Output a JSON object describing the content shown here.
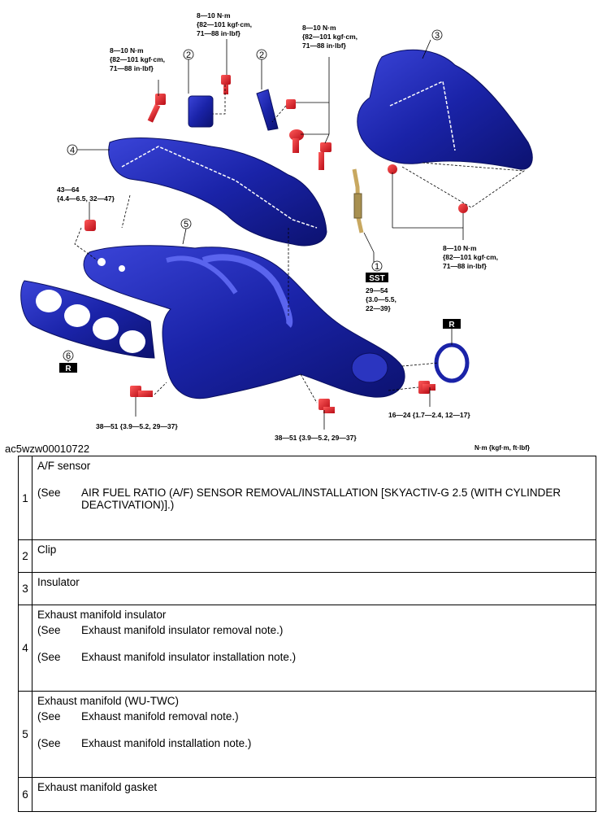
{
  "diagram": {
    "image_id": "ac5wzw00010722",
    "units_note": "N·m {kgf·m, ft·lbf}",
    "callouts": [
      "1",
      "2",
      "2",
      "3",
      "4",
      "5",
      "6"
    ],
    "badges": {
      "sst": "SST",
      "r1": "R",
      "r2": "R"
    },
    "torques": {
      "t_top_left": [
        "8—10 N·m",
        "{82—101 kgf·cm,",
        "71—88 in·lbf}"
      ],
      "t_top_mid": [
        "8—10 N·m",
        "{82—101 kgf·cm,",
        "71—88 in·lbf}"
      ],
      "t_top_right": [
        "8—10 N·m",
        "{82—101 kgf·cm,",
        "71—88 in·lbf}"
      ],
      "t_nut_left": [
        "43—64",
        "{4.4—6.5, 32—47}"
      ],
      "t_right_insulator": [
        "8—10 N·m",
        "{82—101 kgf·cm,",
        "71—88 in·lbf}"
      ],
      "t_sensor": [
        "29—54",
        "{3.0—5.5,",
        "22—39}"
      ],
      "t_bottom_left": [
        "38—51 {3.9—5.2, 29—37}"
      ],
      "t_bottom_mid": [
        "38—51 {3.9—5.2, 29—37}"
      ],
      "t_bottom_right": [
        "16—24 {1.7—2.4, 12—17}"
      ]
    },
    "colors": {
      "part_blue": "#1a23a8",
      "bolt_red": "#e0202a",
      "sensor_tan": "#c8a860"
    }
  },
  "parts": [
    {
      "no": "1",
      "name": "A/F sensor",
      "refs": [
        {
          "see": "(See",
          "text": "AIR FUEL RATIO (A/F) SENSOR REMOVAL/INSTALLATION [SKYACTIV-G 2.5 (WITH CYLINDER DEACTIVATION)].)"
        }
      ]
    },
    {
      "no": "2",
      "name": "Clip",
      "refs": []
    },
    {
      "no": "3",
      "name": "Insulator",
      "refs": []
    },
    {
      "no": "4",
      "name": "Exhaust manifold insulator",
      "refs": [
        {
          "see": "(See",
          "text": "Exhaust manifold insulator removal note.)"
        },
        {
          "see": "(See",
          "text": "Exhaust manifold insulator installation note.)"
        }
      ]
    },
    {
      "no": "5",
      "name": "Exhaust manifold (WU-TWC)",
      "refs": [
        {
          "see": "(See",
          "text": "Exhaust manifold removal note.)"
        },
        {
          "see": "(See",
          "text": "Exhaust manifold installation note.)"
        }
      ]
    },
    {
      "no": "6",
      "name": "Exhaust manifold gasket",
      "refs": []
    }
  ]
}
